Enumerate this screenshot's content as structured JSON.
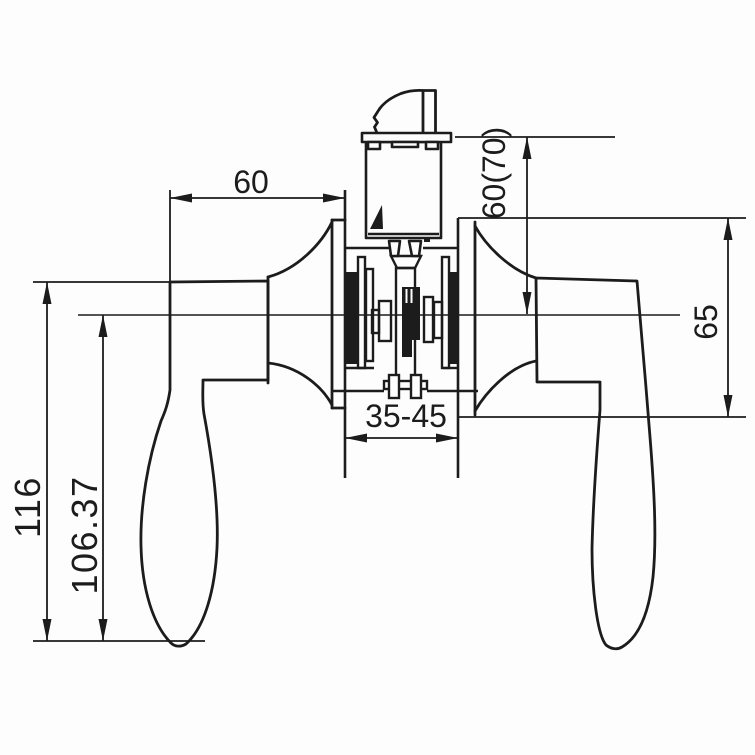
{
  "drawing": {
    "title": "Lever-handle tubular lockset installation drawing",
    "background": "#fdfdfd",
    "line_color": "#1c1c1c",
    "dimensions": {
      "lever_projection": "60",
      "cylinder_height": "60(70)",
      "rose_diameter": "65",
      "door_thickness_range": "35-45",
      "overall_lever_length": "116",
      "lever_length_from_center": "106.37"
    }
  }
}
